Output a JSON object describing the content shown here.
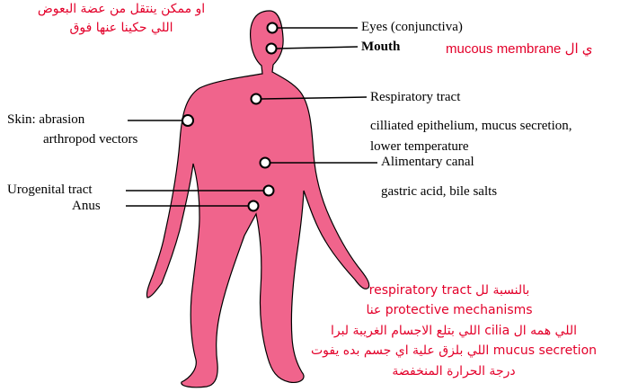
{
  "colors": {
    "body": "#f0648c",
    "outline": "#000000",
    "annotation": "#e3002a"
  },
  "labels": {
    "eyes": "Eyes (conjunctiva)",
    "mouth": "Mouth",
    "respiratory": "Respiratory tract",
    "respiratory_desc_1": "cilliated epithelium, mucus secretion,",
    "respiratory_desc_2": "lower temperature",
    "alimentary": "Alimentary canal",
    "alimentary_desc": "gastric acid, bile salts",
    "skin_1": "Skin: abrasion",
    "skin_2": "arthropod vectors",
    "urogenital": "Urogenital tract",
    "anus": "Anus"
  },
  "notes": {
    "top_line_1": "او ممكن ينتقل من عضة البعوض",
    "top_line_2": "اللي حكينا عنها فوق",
    "mucous": "mucous membrane ي ال",
    "bottom": [
      "بالنسبة لل respiratory tract",
      "protective mechanisms عنا",
      "اللي همه ال cilia اللي بتلع الاجسام الغريبة لبرا",
      "mucus secretion اللي بلزق علية اي جسم بده يفوت",
      "درجة الحرارة المنخفضة"
    ]
  }
}
